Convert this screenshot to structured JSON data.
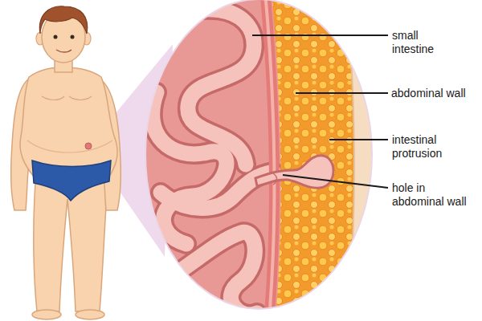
{
  "diagram": {
    "labels": [
      "small intestine",
      "abdominal wall",
      "intestinal protrusion",
      "hole in abdominal wall"
    ]
  }
}
